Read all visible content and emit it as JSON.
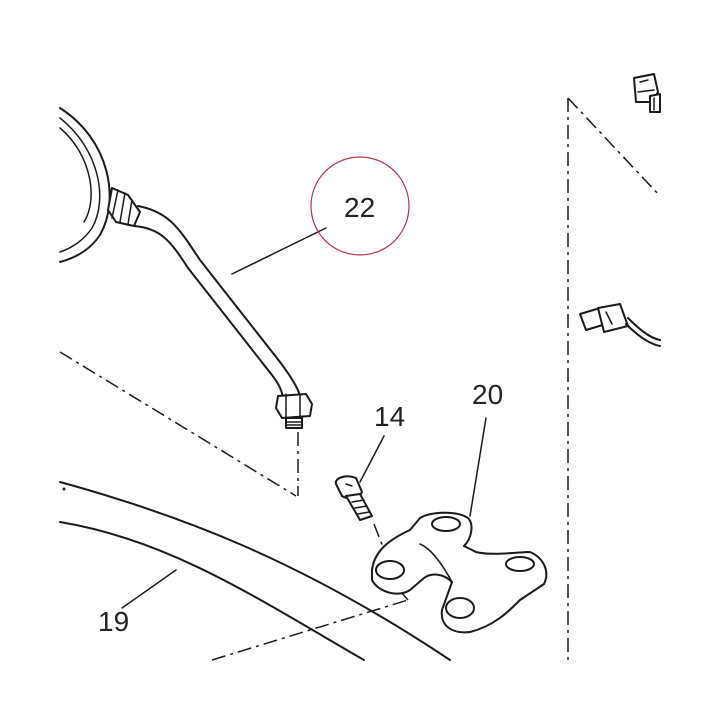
{
  "diagram": {
    "callouts": [
      {
        "id": "22",
        "label": "22",
        "highlighted": true
      },
      {
        "id": "14",
        "label": "14",
        "highlighted": false
      },
      {
        "id": "20",
        "label": "20",
        "highlighted": false
      },
      {
        "id": "19",
        "label": "19",
        "highlighted": false
      }
    ],
    "highlight_color": "#c0304a",
    "line_color": "#1a1a1a"
  }
}
